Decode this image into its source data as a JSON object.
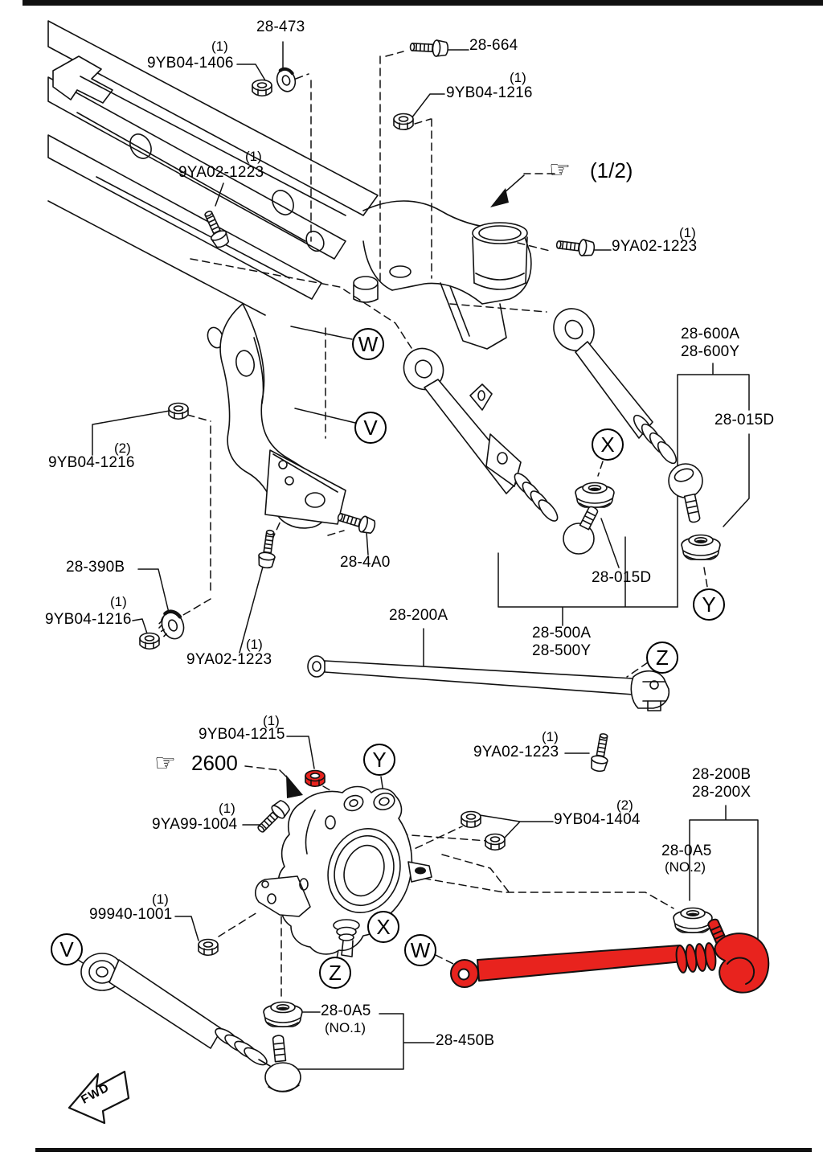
{
  "diagram": {
    "highlight_color": "#e8231e",
    "direction_indicator": "FWD",
    "links": {
      "figure_page": {
        "icon_glyph": "☞",
        "text": "(1/2)"
      },
      "assembly_2600": {
        "icon_glyph": "☞",
        "text": "2600"
      }
    },
    "view_letters": {
      "w_upper": "W",
      "v_upper": "V",
      "x_upper": "X",
      "y_upper": "Y",
      "z_upper": "Z",
      "y_knuckle": "Y",
      "v_lower": "V",
      "x_lower": "X",
      "z_lower": "Z",
      "w_lower": "W"
    },
    "callouts": {
      "washer_28_473": {
        "part_no": "28-473"
      },
      "nut_9yb04_1406": {
        "qty": "(1)",
        "part_no": "9YB04-1406"
      },
      "bolt_28_664": {
        "part_no": "28-664"
      },
      "nut_9yb04_1216_top": {
        "qty": "(1)",
        "part_no": "9YB04-1216"
      },
      "bolt_9ya02_1223_upper": {
        "qty": "(1)",
        "part_no": "9YA02-1223"
      },
      "bolt_9ya02_1223_right": {
        "qty": "(1)",
        "part_no": "9YA02-1223"
      },
      "arm_28_600a": {
        "part_no": "28-600A"
      },
      "arm_28_600y": {
        "part_no": "28-600Y"
      },
      "bushing_28_015d_right": {
        "part_no": "28-015D"
      },
      "nut_9yb04_1216_x2": {
        "qty": "(2)",
        "part_no": "9YB04-1216"
      },
      "washer_28_390b": {
        "part_no": "28-390B"
      },
      "nut_9yb04_1216_lower": {
        "qty": "(1)",
        "part_no": "9YB04-1216"
      },
      "bolt_9ya02_1223_mid": {
        "qty": "(1)",
        "part_no": "9YA02-1223"
      },
      "bolt_28_4a0": {
        "part_no": "28-4A0"
      },
      "arm_28_200a": {
        "part_no": "28-200A"
      },
      "bushing_28_015d_left": {
        "part_no": "28-015D"
      },
      "arm_28_500a": {
        "part_no": "28-500A"
      },
      "arm_28_500y": {
        "part_no": "28-500Y"
      },
      "bolt_9ya02_1223_lower": {
        "qty": "(1)",
        "part_no": "9YA02-1223"
      },
      "nut_9yb04_1215": {
        "qty": "(1)",
        "part_no": "9YB04-1215"
      },
      "bolt_9ya99_1004": {
        "qty": "(1)",
        "part_no": "9YA99-1004"
      },
      "nut_9yb04_1404": {
        "qty": "(2)",
        "part_no": "9YB04-1404"
      },
      "link_28_200b": {
        "part_no": "28-200B"
      },
      "link_28_200x": {
        "part_no": "28-200X"
      },
      "bushing_28_0a5_no2": {
        "part_no": "28-0A5",
        "note": "(NO.2)"
      },
      "nut_99940_1001": {
        "qty": "(1)",
        "part_no": "99940-1001"
      },
      "bushing_28_0a5_no1": {
        "part_no": "28-0A5",
        "note": "(NO.1)"
      },
      "link_28_450b": {
        "part_no": "28-450B"
      }
    }
  }
}
